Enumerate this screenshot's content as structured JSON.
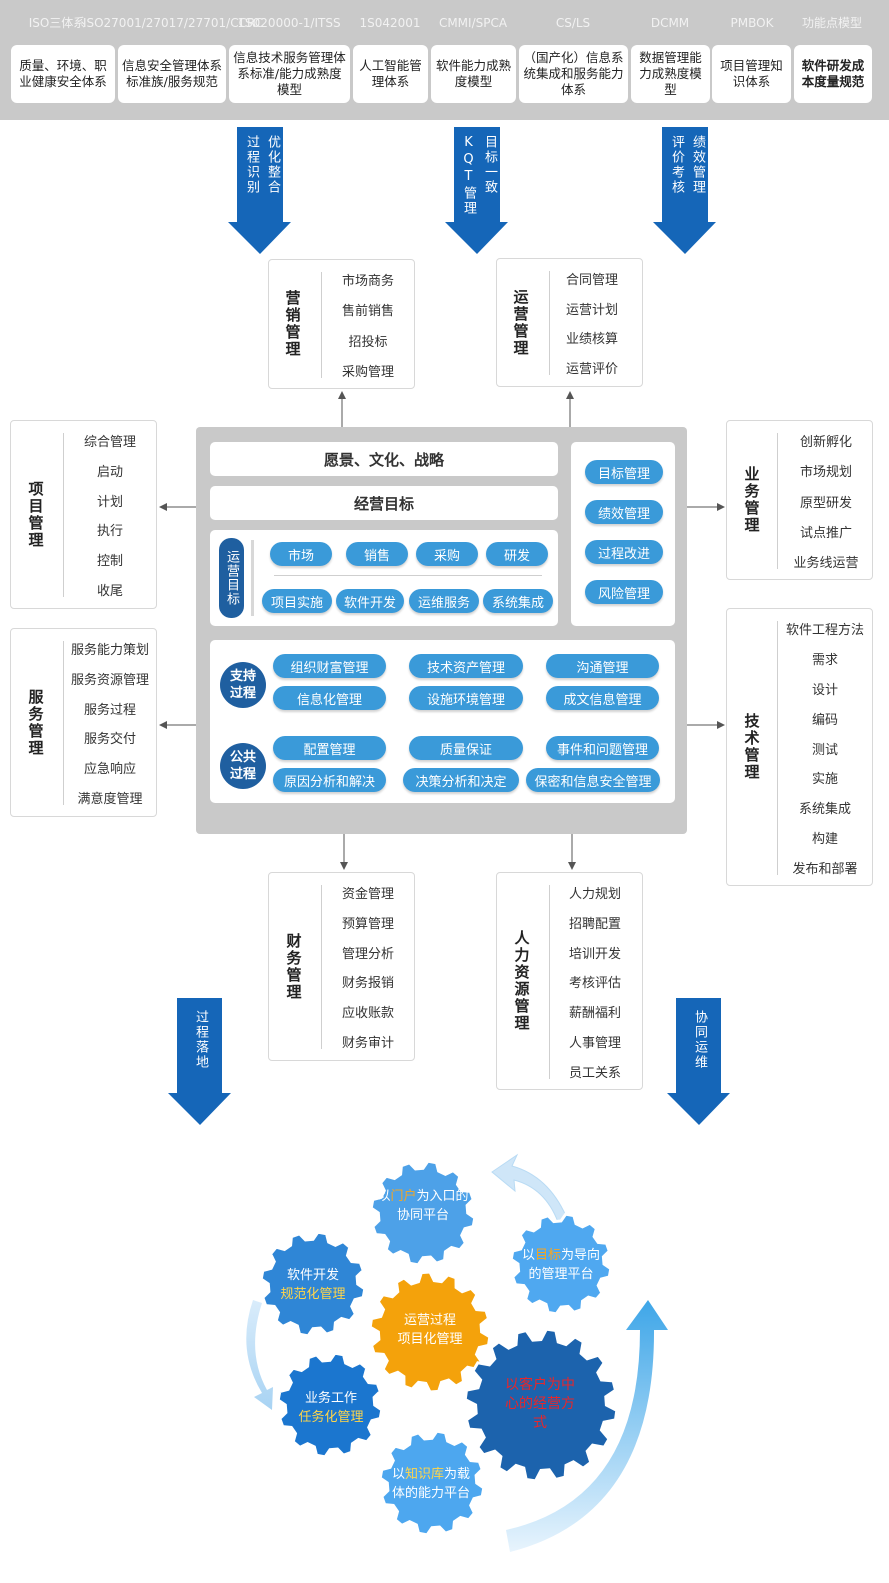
{
  "standards": [
    {
      "code": "ISO三体系",
      "name": "质量、环境、职业健康安全体系"
    },
    {
      "code": "ISO27001/27017/27701/CCRC",
      "name": "信息安全管理体系标准族/服务规范"
    },
    {
      "code": "1S020000-1/ITSS",
      "name": "信息技术服务管理体系标准/能力成熟度模型"
    },
    {
      "code": "1S042001",
      "name": "人工智能管理体系"
    },
    {
      "code": "CMMI/SPCA",
      "name": "软件能力成熟度模型"
    },
    {
      "code": "CS/LS",
      "name": "（国产化）信息系统集成和服务能力体系"
    },
    {
      "code": "DCMM",
      "name": "数据管理能力成熟度模型"
    },
    {
      "code": "PMBOK",
      "name": "项目管理知识体系"
    },
    {
      "code": "功能点模型",
      "name": "软件研发成本度量规范"
    }
  ],
  "top_arrows": [
    {
      "col1": "过程识别",
      "col2": "优化整合"
    },
    {
      "col1": "KQT管理",
      "col2": "目标一致"
    },
    {
      "col1": "评价考核",
      "col2": "绩效管理"
    }
  ],
  "bottom_arrows": [
    "过程落地",
    "协同运维"
  ],
  "cards": {
    "marketing": {
      "title": "营销管理",
      "items": [
        "市场商务",
        "售前销售",
        "招投标",
        "采购管理"
      ]
    },
    "operations": {
      "title": "运营管理",
      "items": [
        "合同管理",
        "运营计划",
        "业绩核算",
        "运营评价"
      ]
    },
    "project": {
      "title": "项目管理",
      "items": [
        "综合管理",
        "启动",
        "计划",
        "执行",
        "控制",
        "收尾"
      ]
    },
    "service": {
      "title": "服务管理",
      "items": [
        "服务能力策划",
        "服务资源管理",
        "服务过程",
        "服务交付",
        "应急响应",
        "满意度管理"
      ]
    },
    "business": {
      "title": "业务管理",
      "items": [
        "创新孵化",
        "市场规划",
        "原型研发",
        "试点推广",
        "业务线运营"
      ]
    },
    "tech": {
      "title": "技术管理",
      "items": [
        "软件工程方法",
        "需求",
        "设计",
        "编码",
        "测试",
        "实施",
        "系统集成",
        "构建",
        "发布和部署"
      ]
    },
    "finance": {
      "title": "财务管理",
      "items": [
        "资金管理",
        "预算管理",
        "管理分析",
        "财务报销",
        "应收账款",
        "财务审计"
      ]
    },
    "hr": {
      "title": "人力资源管理",
      "items": [
        "人力规划",
        "招聘配置",
        "培训开发",
        "考核评估",
        "薪酬福利",
        "人事管理",
        "员工关系"
      ]
    }
  },
  "center": {
    "vision": "愿景、文化、战略",
    "goal": "经营目标",
    "op_goal_label": "运营目标",
    "op_row1": [
      "市场",
      "销售",
      "采购",
      "研发"
    ],
    "op_row2": [
      "项目实施",
      "软件开发",
      "运维服务",
      "系统集成"
    ],
    "right_pills": [
      "目标管理",
      "绩效管理",
      "过程改进",
      "风险管理"
    ],
    "support_label": "支持过程",
    "support_row1": [
      "组织财富管理",
      "技术资产管理",
      "沟通管理"
    ],
    "support_row2": [
      "信息化管理",
      "设施环境管理",
      "成文信息管理"
    ],
    "public_label": "公共过程",
    "public_row1": [
      "配置管理",
      "质量保证",
      "事件和问题管理"
    ],
    "public_row2": [
      "原因分析和解决",
      "决策分析和决定",
      "保密和信息安全管理"
    ]
  },
  "gears": {
    "portal": {
      "pre": "以",
      "hl": "门户",
      "post": "为入口的协同平台"
    },
    "target": {
      "pre": "以",
      "hl": "目标",
      "post": "为导向的管理平台"
    },
    "software": {
      "l1": "软件开发",
      "hl": "规范化管理"
    },
    "ops": {
      "l1": "运营过程",
      "l2": "项目化管理"
    },
    "business": {
      "l1": "业务工作",
      "hl": "任务化管理"
    },
    "customer": {
      "text": "以客户为中心的经营方式"
    },
    "knowledge": {
      "pre": "以",
      "hl": "知识库",
      "post": "为载体的能力平台"
    }
  },
  "colors": {
    "blue_arrow": "#1566b8",
    "pill": "#3a9ad9",
    "dark_blue": "#1f5fa0",
    "gray": "#c9c9c9"
  }
}
